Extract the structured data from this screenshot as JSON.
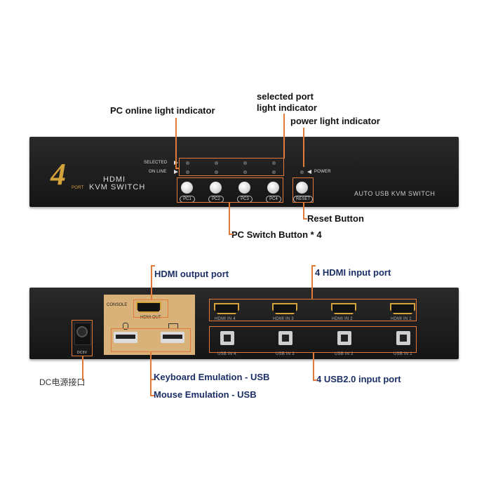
{
  "front": {
    "big_number": "4",
    "port_word": "PORT",
    "hdmi_word": "HDMI",
    "kvm_word": "KVM SWITCH",
    "selected_label": "SELECTED",
    "online_label": "ON LINE",
    "power_label": "POWER",
    "pc_buttons": [
      "PC1",
      "PC2",
      "PC3",
      "PC4"
    ],
    "reset_label": "RESET",
    "auto_label": "AUTO USB KVM SWITCH"
  },
  "back": {
    "console_label": "CONSOLE",
    "hdmi_out_label": "HDMI OUT",
    "dc_label": "DC5V",
    "hdmi_in_labels": [
      "HDMI IN 4",
      "HDMI IN 3",
      "HDMI IN 2",
      "HDMI IN 1"
    ],
    "usb_in_labels": [
      "USB IN 4",
      "USB IN 3",
      "USB IN 2",
      "USB IN 1"
    ]
  },
  "callouts": {
    "pc_online": "PC online light indicator",
    "selected_port_1": "selected port",
    "selected_port_2": "light indicator",
    "power_light": "power light indicator",
    "reset_button": "Reset Button",
    "pc_switch": "PC Switch Button * 4",
    "hdmi_output": "HDMI output port",
    "hdmi_input": "4 HDMI input port",
    "keyboard": "Keyboard Emulation - USB",
    "mouse": "Mouse Emulation - USB",
    "usb_input": "4 USB2.0 input port",
    "dc_port": "DC电源接口"
  },
  "colors": {
    "accent_orange": "#e27a3a",
    "gold": "#d4a23a",
    "panel": "#1f1f1f",
    "callout_blue": "#1c2f66"
  }
}
